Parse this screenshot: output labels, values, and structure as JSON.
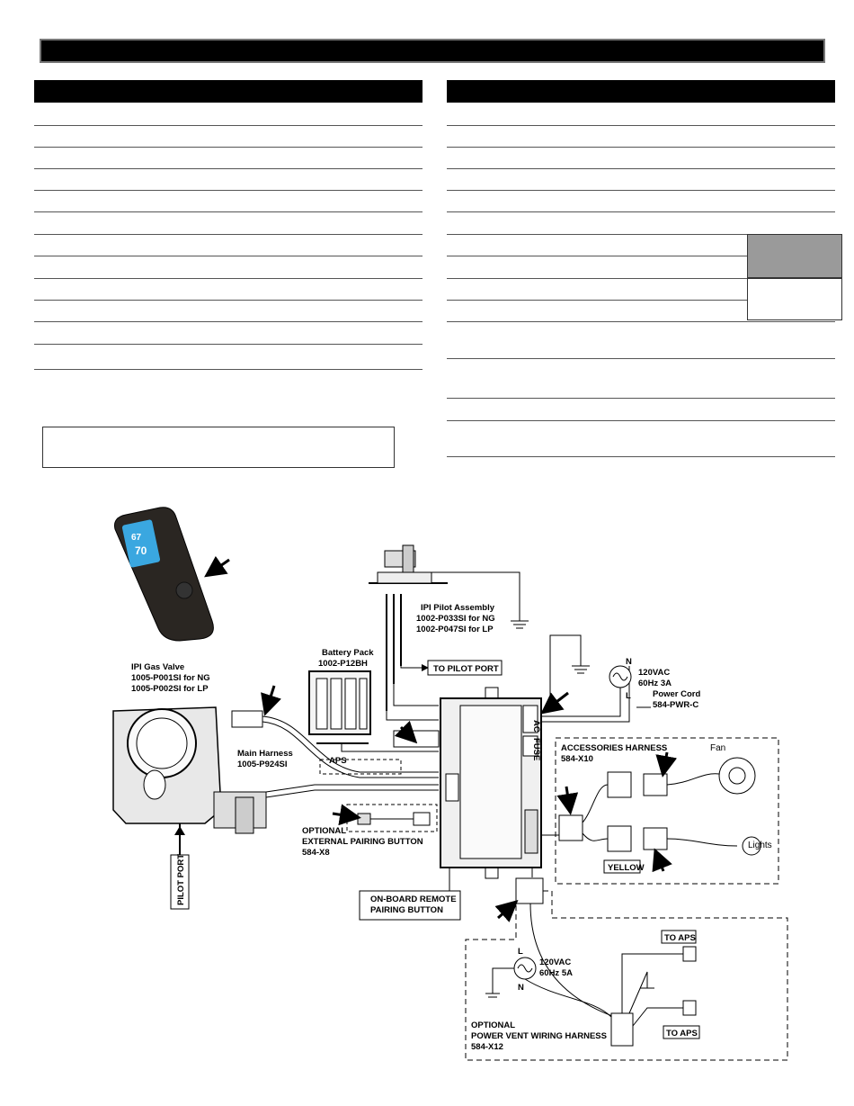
{
  "labels": {
    "ipi_pilot_assembly": "IPI Pilot Assembly",
    "ipi_pilot_ng": "1002-P033SI for NG",
    "ipi_pilot_lp": "1002-P047SI for LP",
    "battery_pack": "Battery Pack",
    "battery_pack_part": "1002-P12BH",
    "to_pilot_port": "TO PILOT PORT",
    "ipi_gas_valve": "IPI Gas Valve",
    "gas_valve_ng": "1005-P001SI for NG",
    "gas_valve_lp": "1005-P002SI for LP",
    "main_harness": "Main Harness",
    "main_harness_part": "1005-P924SI",
    "aps": "APS",
    "pilot_port": "PILOT PORT",
    "optional_external_pairing_1": "OPTIONAL",
    "optional_external_pairing_2": "EXTERNAL PAIRING BUTTON",
    "optional_external_pairing_3": "584-X8",
    "onboard_pairing_1": "ON-BOARD REMOTE",
    "onboard_pairing_2": "PAIRING BUTTON",
    "power_n": "N",
    "power_l": "L",
    "power_vac": "120VAC",
    "power_hz": "60Hz 3A",
    "power_cord": "Power Cord",
    "power_cord_part": "584-PWR-C",
    "accessories_harness": "ACCESSORIES HARNESS",
    "accessories_harness_part": "584-X10",
    "fan": "Fan",
    "lights": "Lights",
    "yellow": "YELLOW",
    "pv_vac": "120VAC",
    "pv_hz": "60Hz 5A",
    "pv_l": "L",
    "pv_n": "N",
    "to_aps_1": "TO APS",
    "to_aps_2": "TO APS",
    "pv_harness_1": "OPTIONAL",
    "pv_harness_2": "POWER VENT WIRING HARNESS",
    "pv_harness_3": "584-X12",
    "board_ac": "AC",
    "board_fuse": "FUSE",
    "remote_display_temp": "67",
    "remote_display_set": "70"
  },
  "colors": {
    "header_black": "#000000",
    "remote_screen": "#3aa7e0",
    "grey_box": "#9a9a9a"
  }
}
